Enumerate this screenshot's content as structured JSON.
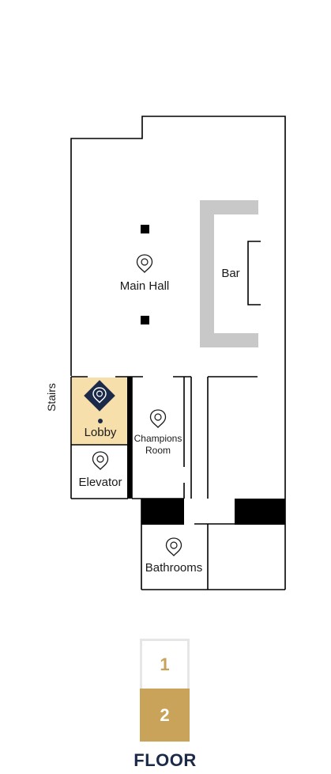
{
  "map": {
    "rooms": {
      "main_hall": "Main Hall",
      "bar": "Bar",
      "stairs": "Stairs",
      "lobby": "Lobby",
      "elevator": "Elevator",
      "champions_room_line1": "Champions",
      "champions_room_line2": "Room",
      "bathrooms": "Bathrooms"
    },
    "selected_room": "Lobby",
    "colors": {
      "selected_fill": "#f7dfac",
      "marker_navy": "#1c2a4a",
      "bar_counter": "#c8c8c8",
      "walls": "#000000"
    },
    "icons": [
      "location-pin-icon",
      "selected-location-marker-icon"
    ]
  },
  "floor_selector": {
    "floors": [
      "1",
      "2"
    ],
    "active_floor": "2",
    "caption": "FLOOR",
    "colors": {
      "active": "#c9a35a",
      "inactive_text": "#c9a35a",
      "caption": "#1c2a4a"
    }
  }
}
